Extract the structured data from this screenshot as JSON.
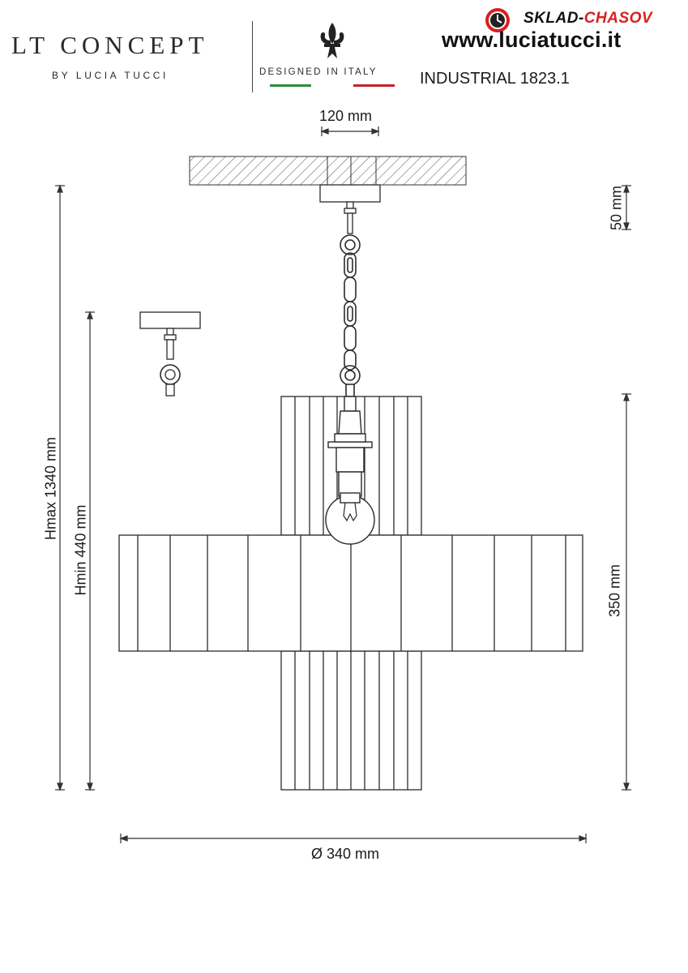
{
  "header": {
    "brand_title": "LT CONCEPT",
    "brand_subtitle": "BY LUCIA TUCCI",
    "designed_label": "DESIGNED IN ITALY",
    "website": "www.luciatucci.it",
    "model": "INDUSTRIAL 1823.1",
    "watermark": {
      "part1": "SKLAD-",
      "part2": "CHASOV"
    },
    "flag_colors": [
      "#2e8b3e",
      "#ffffff",
      "#c8202a"
    ],
    "watermark_colors": {
      "dark": "#111111",
      "red": "#d8201f"
    }
  },
  "dimensions": {
    "canopy_width": "120 mm",
    "canopy_height": "50 mm",
    "h_max": "Hmax 1340 mm",
    "h_min": "Hmin 440 mm",
    "shade_height": "350 mm",
    "diameter": "Ø 340 mm"
  },
  "colors": {
    "line": "#2b2b2b",
    "hatch": "#555555"
  }
}
